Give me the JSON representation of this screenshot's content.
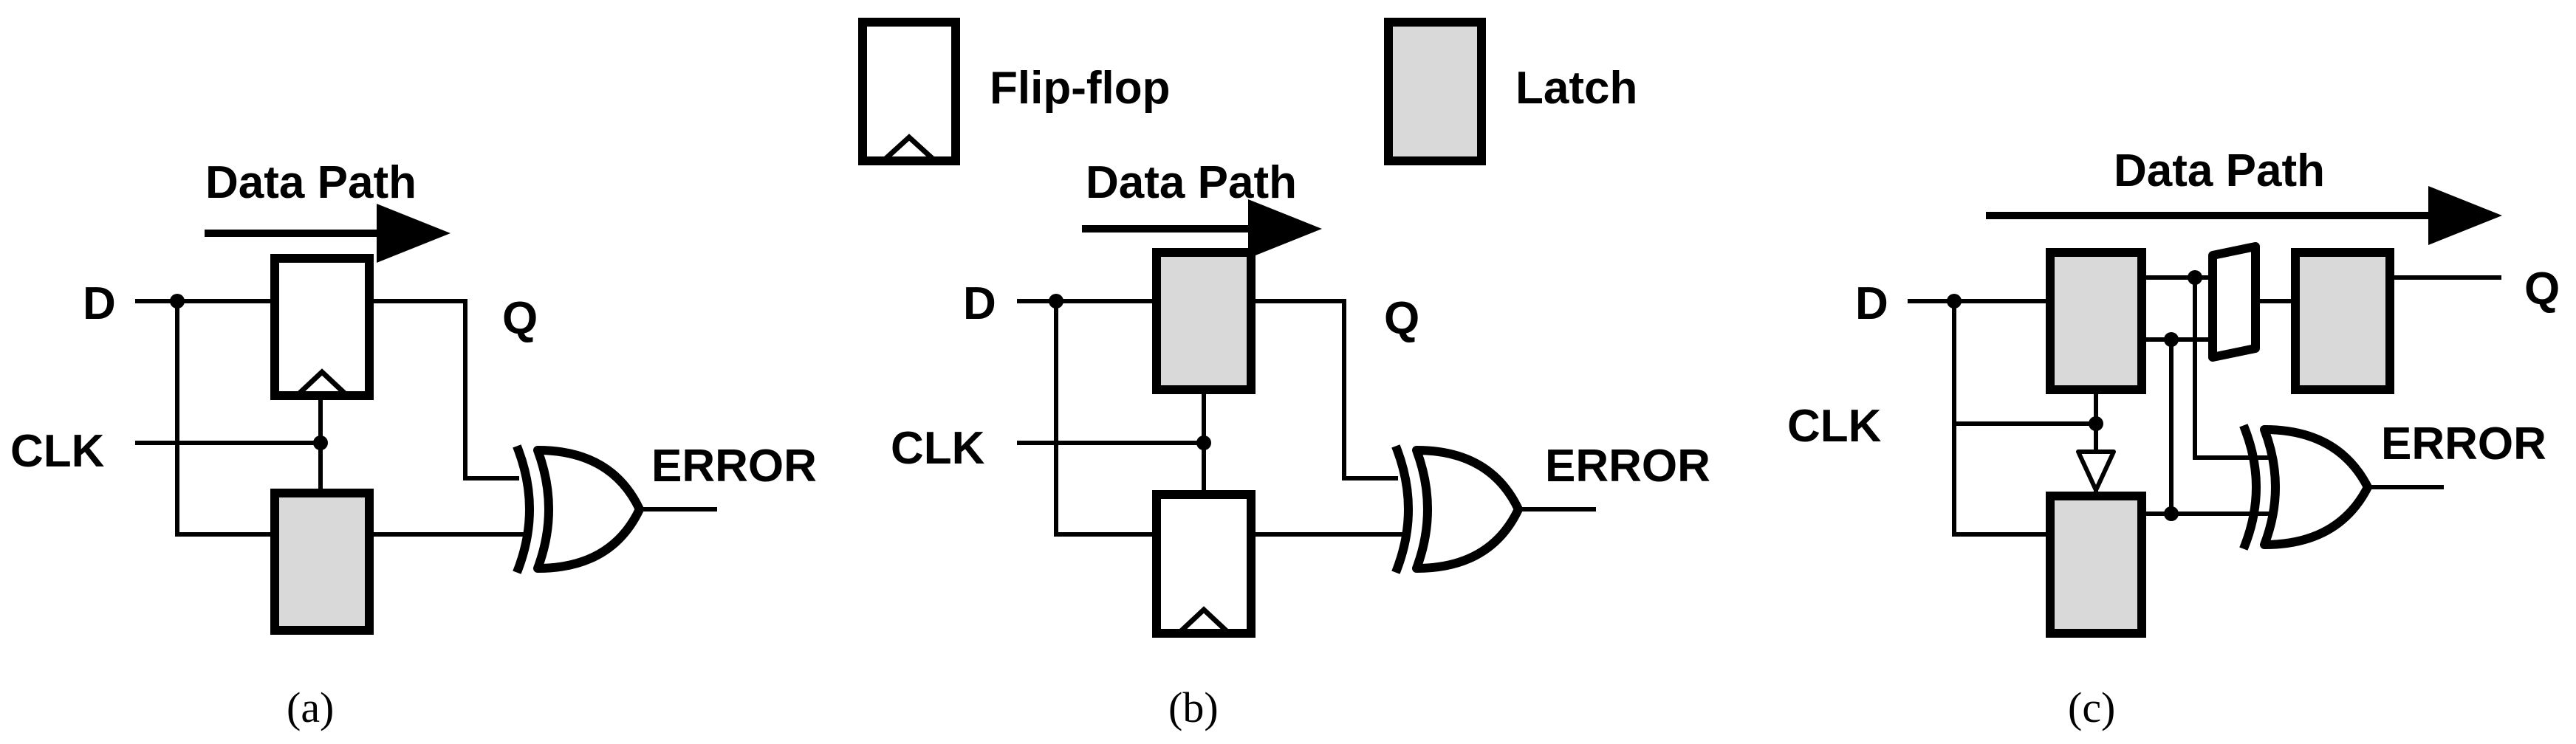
{
  "legend": {
    "flipflop_label": "Flip-flop",
    "latch_label": "Latch"
  },
  "panel_a": {
    "data_path": "Data Path",
    "d": "D",
    "q": "Q",
    "clk": "CLK",
    "error": "ERROR",
    "caption": "(a)"
  },
  "panel_b": {
    "data_path": "Data Path",
    "d": "D",
    "q": "Q",
    "clk": "CLK",
    "error": "ERROR",
    "caption": "(b)"
  },
  "panel_c": {
    "data_path": "Data Path",
    "d": "D",
    "q": "Q",
    "clk": "CLK",
    "error": "ERROR",
    "caption": "(c)"
  },
  "colors": {
    "latch_fill": "#d9d9d9",
    "flipflop_fill": "#ffffff",
    "stroke": "#000000"
  }
}
